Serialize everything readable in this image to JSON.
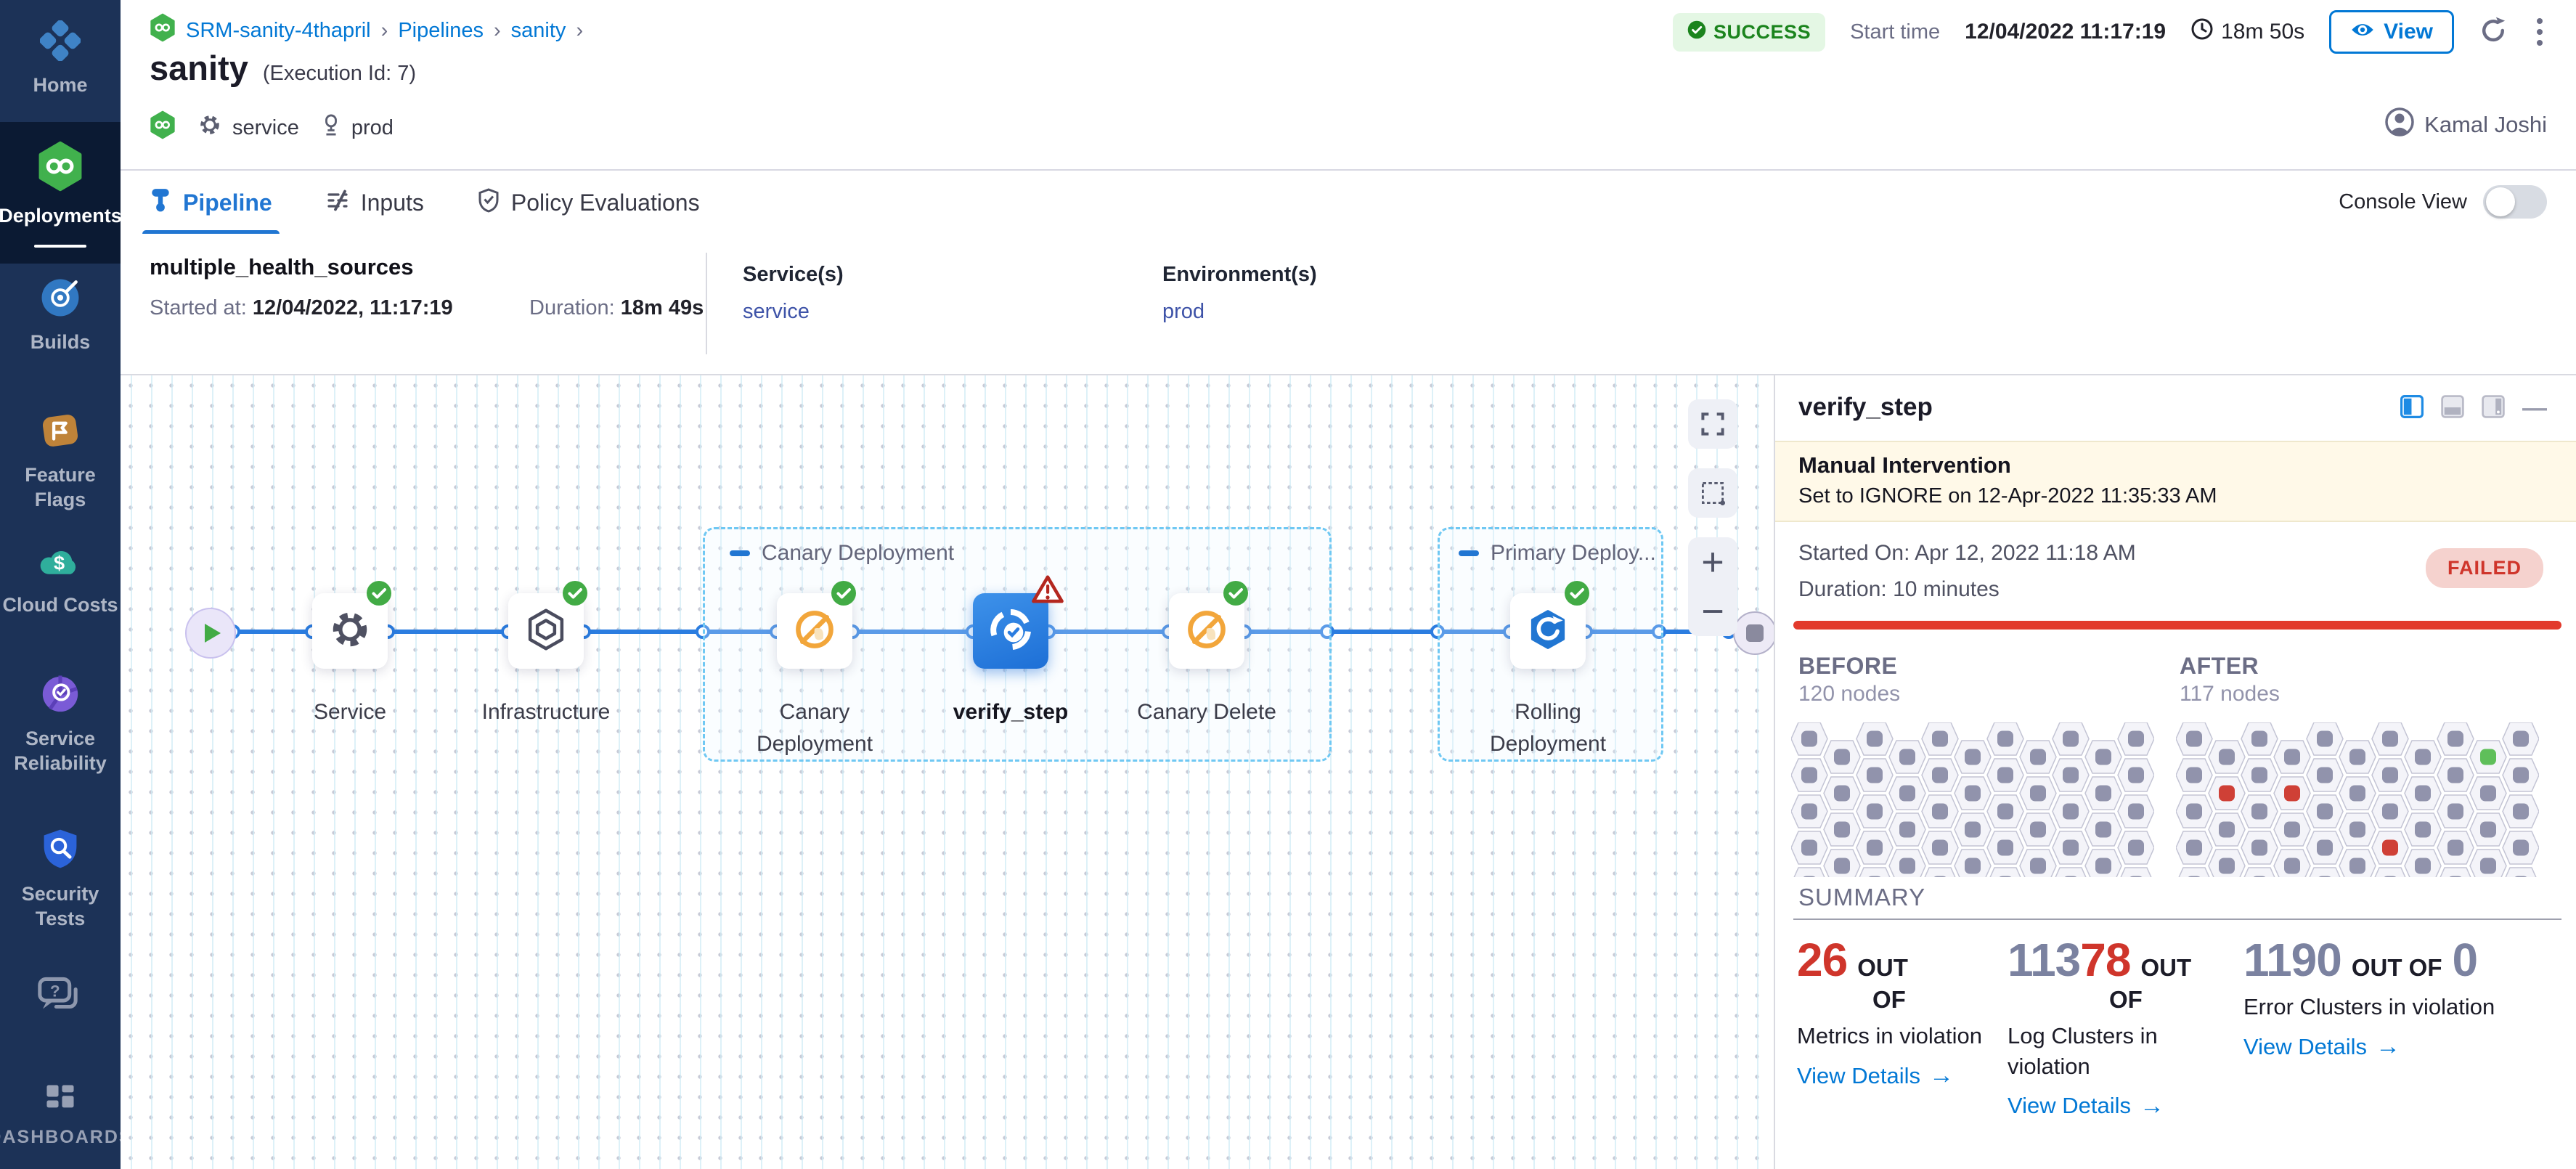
{
  "sidebar": {
    "items": [
      {
        "label": "Home",
        "icon": "home-icon"
      },
      {
        "label": "Deployments",
        "icon": "deployments-icon",
        "active": true
      },
      {
        "label": "Builds",
        "icon": "builds-icon"
      },
      {
        "label": "Feature Flags",
        "icon": "feature-flags-icon"
      },
      {
        "label": "Cloud Costs",
        "icon": "cloud-costs-icon"
      },
      {
        "label": "Service Reliability",
        "icon": "service-reliability-icon"
      },
      {
        "label": "Security Tests",
        "icon": "security-tests-icon"
      },
      {
        "label": "",
        "icon": "help-chat-icon"
      },
      {
        "label": "DASHBOARDS",
        "icon": "dashboards-icon"
      }
    ]
  },
  "header": {
    "breadcrumb": {
      "project": "SRM-sanity-4thapril",
      "pipelines": "Pipelines",
      "pipeline": "sanity",
      "separator": "›"
    },
    "title": "sanity",
    "execution_id": "(Execution Id: 7)",
    "tags": {
      "service": "service",
      "environment": "prod"
    },
    "status": "SUCCESS",
    "start_time_label": "Start time",
    "start_time": "12/04/2022 11:17:19",
    "elapsed": "18m 50s",
    "view_button": "View",
    "user": "Kamal Joshi"
  },
  "tabs": {
    "pipeline": "Pipeline",
    "inputs": "Inputs",
    "policy": "Policy Evaluations",
    "console_view": "Console View"
  },
  "stage": {
    "name": "multiple_health_sources",
    "started_label": "Started at:",
    "started": "12/04/2022, 11:17:19",
    "duration_label": "Duration:",
    "duration": "18m 49s",
    "services_label": "Service(s)",
    "service": "service",
    "environments_label": "Environment(s)",
    "environment": "prod"
  },
  "graph": {
    "groups": [
      {
        "label": "Canary Deployment"
      },
      {
        "label": "Primary Deploy..."
      }
    ],
    "nodes": [
      {
        "label": "Service",
        "icon": "gear-icon",
        "status": "success"
      },
      {
        "label": "Infrastructure",
        "icon": "infrastructure-icon",
        "status": "success"
      },
      {
        "label": "Canary Deployment",
        "icon": "canary-icon",
        "status": "success"
      },
      {
        "label": "verify_step",
        "icon": "verify-icon",
        "status": "warning",
        "selected": true
      },
      {
        "label": "Canary Delete",
        "icon": "canary-icon",
        "status": "success"
      },
      {
        "label": "Rolling Deployment",
        "icon": "rolling-deploy-icon",
        "status": "success"
      }
    ]
  },
  "panel": {
    "title": "verify_step",
    "banner": {
      "title": "Manual Intervention",
      "text": "Set to IGNORE on 12-Apr-2022 11:35:33 AM"
    },
    "started": "Started On: Apr 12, 2022 11:18 AM",
    "duration": "Duration: 10 minutes",
    "status": "FAILED",
    "before": {
      "label": "BEFORE",
      "nodes": "120 nodes"
    },
    "after": {
      "label": "AFTER",
      "nodes": "117 nodes"
    },
    "hexgrids": {
      "cols": 11,
      "rows": 5,
      "default_color": "#9193ac",
      "hex_fill": "#f4f4f9",
      "hex_border": "#c3c4d4",
      "before": {
        "special": []
      },
      "after": {
        "special": [
          {
            "col": 9,
            "row": 0,
            "color": "#5fbf5a"
          },
          {
            "col": 1,
            "row": 1,
            "color": "#cf4036"
          },
          {
            "col": 3,
            "row": 1,
            "color": "#cf4036"
          },
          {
            "col": 6,
            "row": 3,
            "color": "#cf4036"
          }
        ]
      }
    },
    "summary": {
      "label": "SUMMARY",
      "arrow": "→",
      "metrics": [
        {
          "num_red": "26",
          "out1": "OUT",
          "out2": "OF",
          "label": "Metrics in violation",
          "link": "View Details"
        },
        {
          "num_gray": "113",
          "num_red": "78",
          "out1": "OUT",
          "out2": "OF",
          "label": "Log Clusters in violation",
          "link": "View Details"
        },
        {
          "num_gray": "1190",
          "out1": "OUT OF",
          "suffix": "0",
          "label": "Error Clusters in violation",
          "link": "View Details"
        }
      ]
    }
  }
}
